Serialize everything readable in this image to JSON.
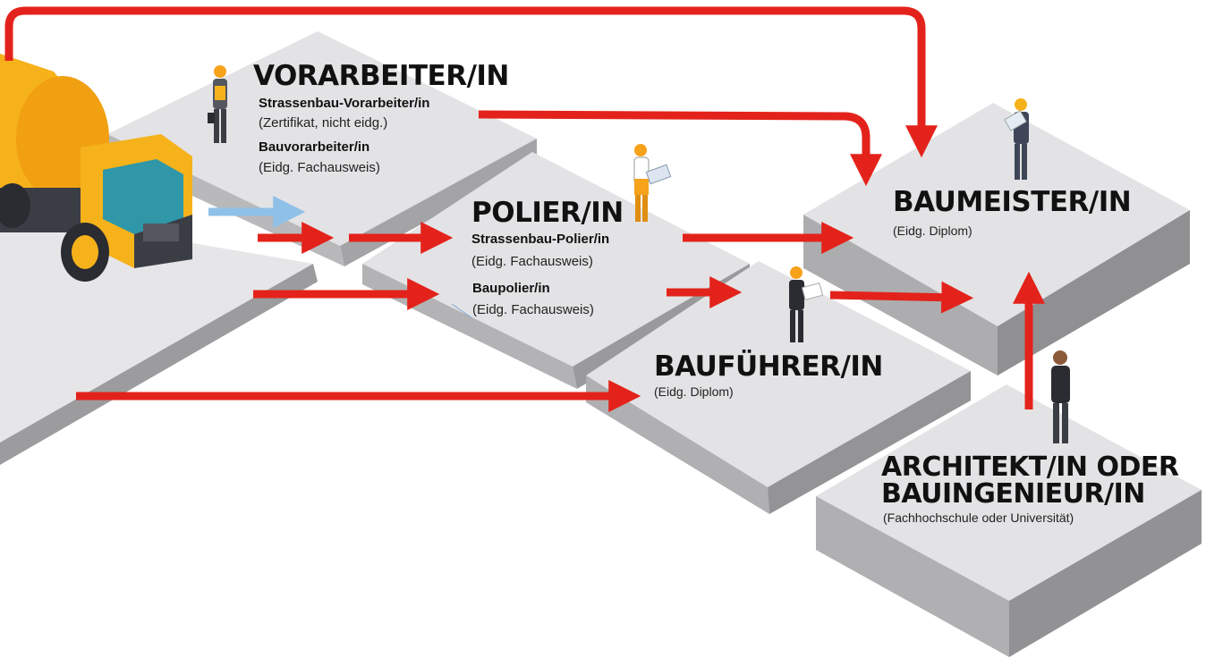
{
  "colors": {
    "arrow": "#e3231b",
    "arrow_blue": "#8fc0e8",
    "platform_top": "#e3e3e5",
    "platform_side": "#a9a9ab",
    "platform_front": "#8e8e90",
    "truck_yellow": "#f6b21b",
    "truck_dark": "#3b3d45"
  },
  "vorarbeiter": {
    "title": "VORARBEITER/IN",
    "item1_name": "Strassenbau-Vorarbeiter/in",
    "item1_note": "(Zertifikat, nicht eidg.)",
    "item2_name": "Bauvorarbeiter/in",
    "item2_note": "(Eidg. Fachausweis)"
  },
  "polier": {
    "title": "POLIER/IN",
    "item1_name": "Strassenbau-Polier/in",
    "item1_note": "(Eidg. Fachausweis)",
    "item2_name": "Baupolier/in",
    "item2_note": "(Eidg. Fachausweis)"
  },
  "baumeister": {
    "title": "BAUMEISTER/IN",
    "note": "(Eidg. Diplom)"
  },
  "baufuehrer": {
    "title": "BAUFÜHRER/IN",
    "note": "(Eidg. Diplom)"
  },
  "architekt": {
    "title_line1": "ARCHITEKT/IN ODER",
    "title_line2": "BAUINGENIEUR/IN",
    "note": "(Fachhochschule oder Universität)"
  },
  "icons": [
    "cement-truck-icon",
    "worker-icon",
    "architect-icon"
  ]
}
